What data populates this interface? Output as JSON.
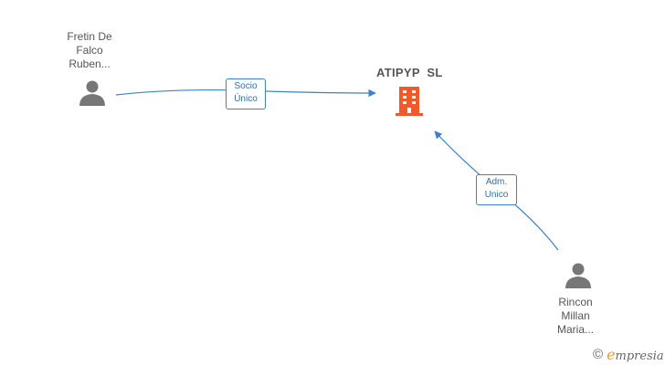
{
  "nodes": {
    "company": {
      "name": "ATIPYP  SL",
      "icon": "building-icon",
      "color": "#f05a2b"
    },
    "person_1": {
      "lines": [
        "Fretin De",
        "Falco",
        "Ruben..."
      ],
      "icon": "person-icon"
    },
    "person_2": {
      "lines": [
        "Rincon",
        "Millan",
        "Maria..."
      ],
      "icon": "person-icon"
    }
  },
  "edges": {
    "socio_unico": {
      "lines": [
        "Socio",
        "Único"
      ]
    },
    "adm_unico": {
      "lines": [
        "Adm.",
        "Unico"
      ]
    }
  },
  "colors": {
    "edge": "#3b82c8",
    "person": "#777777",
    "label": "#555555"
  },
  "brand": {
    "symbol": "©",
    "initial": "e",
    "rest": "mpresia"
  }
}
